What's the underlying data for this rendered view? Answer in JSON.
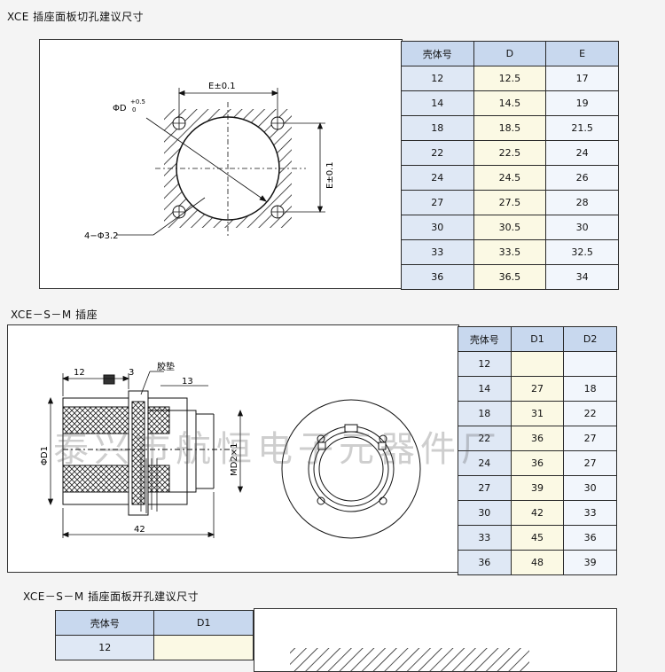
{
  "sections": {
    "s1_title": "XCE 插座面板切孔建议尺寸",
    "s2_title": "XCE－S－M 插座",
    "s3_title": "XCE－S－M 插座面板开孔建议尺寸"
  },
  "table1": {
    "headers": [
      "壳体号",
      "D",
      "E"
    ],
    "rows": [
      [
        "12",
        "12.5",
        "17"
      ],
      [
        "14",
        "14.5",
        "19"
      ],
      [
        "18",
        "18.5",
        "21.5"
      ],
      [
        "22",
        "22.5",
        "24"
      ],
      [
        "24",
        "24.5",
        "26"
      ],
      [
        "27",
        "27.5",
        "28"
      ],
      [
        "30",
        "30.5",
        "30"
      ],
      [
        "33",
        "33.5",
        "32.5"
      ],
      [
        "36",
        "36.5",
        "34"
      ]
    ]
  },
  "table2": {
    "headers": [
      "壳体号",
      "D1",
      "D2"
    ],
    "rows": [
      [
        "12",
        "",
        ""
      ],
      [
        "14",
        "27",
        "18"
      ],
      [
        "18",
        "31",
        "22"
      ],
      [
        "22",
        "36",
        "27"
      ],
      [
        "24",
        "36",
        "27"
      ],
      [
        "27",
        "39",
        "30"
      ],
      [
        "30",
        "42",
        "33"
      ],
      [
        "33",
        "45",
        "36"
      ],
      [
        "36",
        "48",
        "39"
      ]
    ]
  },
  "table3": {
    "headers": [
      "壳体号",
      "D1"
    ],
    "rows": [
      [
        "12",
        ""
      ]
    ]
  },
  "drawing1": {
    "e_top": "E±0.1",
    "e_side": "E±0.1",
    "phi_d": "ΦD",
    "tol_plus": "+0.5",
    "tol_zero": "0",
    "holes": "4−Φ3.2"
  },
  "drawing2": {
    "dim_12": "12",
    "dim_3": "3",
    "gasket": "胶垫",
    "dim_13": "13",
    "dim_42": "42",
    "phi_d1": "ΦD1",
    "md2": "MD2×1"
  },
  "watermark": "泰兴市航恒电子元器件厂"
}
